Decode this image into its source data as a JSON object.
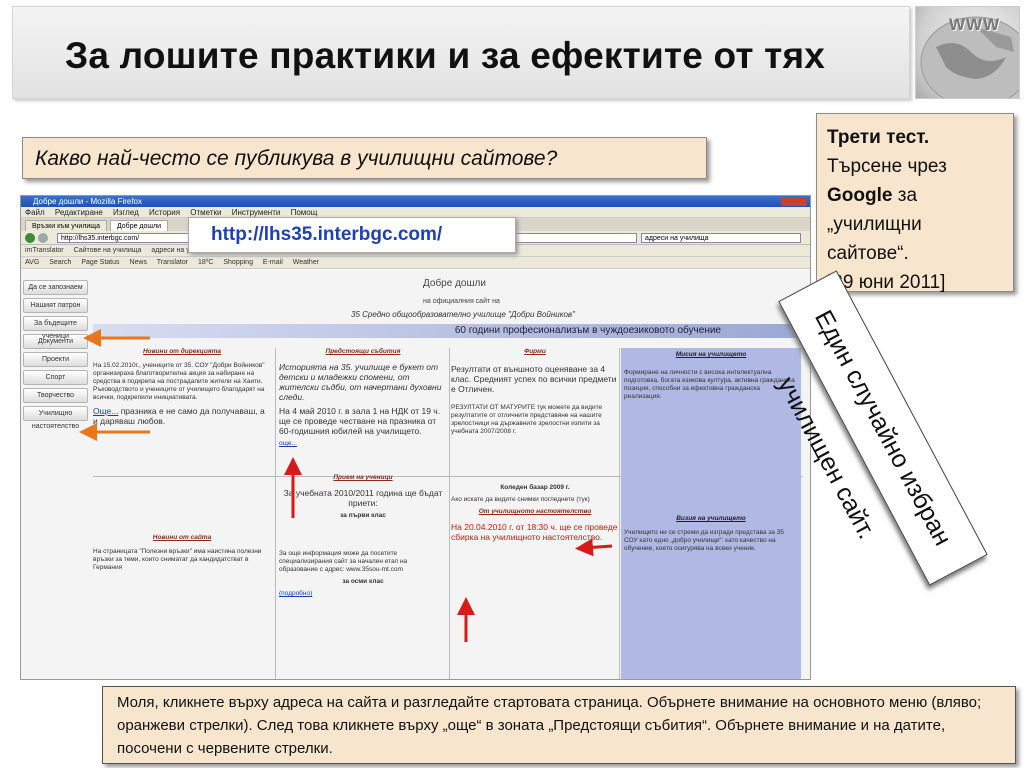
{
  "title": "За лошите практики и за ефектите от тях",
  "logo_text": "WWW",
  "question": "Какво най-често се публикува в училищни сайтове?",
  "test_box": {
    "line1": "Трети тест.",
    "line2": "Търсене чрез",
    "line3_bold": "Google",
    "line3_rest": " за",
    "line4": "„училищни",
    "line5": "сайтове“.",
    "line6": "[29 юни 2011]"
  },
  "url": "http://lhs35.interbgc.com/",
  "rotated_label": "Един случайно избран училищен сайт.",
  "instructions": "Моля, кликнете върху адреса на сайта и разгледайте стартовата страница. Обърнете внимание на основното меню (вляво; оранжеви стрелки). След това кликнете върху „още“ в зоната „Предстоящи събития“. Обърнете внимание и на датите, посочени с червените стрелки.",
  "browser": {
    "window_title": "Добре дошли - Mozilla Firefox",
    "menu": [
      "Файл",
      "Редактиране",
      "Изглед",
      "История",
      "Отметки",
      "Инструменти",
      "Помощ"
    ],
    "tabs": [
      "Връзки към училища",
      "Добре дошли"
    ],
    "address": "http://lhs35.interbgc.com/",
    "search_placeholder": "адреси на училища",
    "toolbar": [
      "imTranslator",
      "Сайтове на училища",
      "адреси на училищ",
      "AVG",
      "Search",
      "Page Status",
      "News",
      "Translator",
      "18ºC",
      "Shopping",
      "E-mail",
      "Weather"
    ]
  },
  "site": {
    "nav": [
      "Да се запознаем",
      "Нашият патрон",
      "За бъдещите ученици",
      "Документи",
      "Проекти",
      "Спорт",
      "Творчество",
      "Училищно настоятелство"
    ],
    "welcome": "Добре дошли",
    "welcome_sub": "на официалния сайт на",
    "school": "35 Средно общообразователно училище \"Добри Войников\"",
    "banner": "60 години професионализъм в чуждоезиковото обучение",
    "col1": {
      "heading": "Новини от дирекцията",
      "text1": "На 15.02.2010г., учениците от 35. СОУ \"Добри Войников\" организираха благотворителна акция за набиране на средства в подкрепа на пострадалите жители на Хаити. Ръководството и учениците от училището благодарят на всички, подкрепили инициативата.",
      "text2": "празника е не само да получаваш, а и даряваш любов.",
      "more": "Още...",
      "heading2": "Новини от сайта",
      "text3": "На страницата \"Полезни връзки\" има наистина полезни връзки за теми, които сниматат да кандидатстват в Германия"
    },
    "col2": {
      "heading": "Предстоящи събития",
      "text1": "Историята на 35. училище е букет от детски и младежки спомени, от жителски съдби, от начертани духовни следи.",
      "text2": "На 4 май 2010 г. в зала 1 на НДК от 19 ч. ще се проведе честване на празника от 60-годишния юбилей на училището.",
      "more": "още...",
      "heading2": "Прием на ученици",
      "text3": "За учебната 2010/2011 година ще бъдат приети:",
      "text4": "за първи клас",
      "text5": "За още информация може да посетите специализирания сайт за начален етап на образование с адрес: www.35sou-mt.com",
      "text6": "за осми клас",
      "more2": "(подробно)"
    },
    "col3": {
      "heading": "Фирми",
      "text1": "Резултати от външното оценяване за 4 клас. Средният успех по всички предмети е Отличен.",
      "text2": "РЕЗУЛТАТИ ОТ МАТУРИТЕ тук можете да видите резултатите от отличните представяне на нашите зрелостници на държавните зрелостни изпити за учебната 2007/2008 г.",
      "text3": "Коледен базар 2009 г.",
      "text4": "Ако искате да видите снимки погледнете (тук)",
      "heading2": "От училищното настоятелство",
      "text5": "На 20.04.2010 г. от 18:30 ч. ще се проведе сбирка на училищното настоятелство."
    },
    "col4": {
      "heading": "Мисия на училището",
      "text1": "Формиране на личности с висока интелектуална подготовка, богата езикова култура, активна гражданска позиция, способни за ефективна гражданска реализация.",
      "heading2": "Визия на училището",
      "text2": "Училището ни се стреми да изгради представа за 35 СОУ като едно „добро училище“: като качество на обучение, което осигурява на всеки ученик."
    }
  }
}
